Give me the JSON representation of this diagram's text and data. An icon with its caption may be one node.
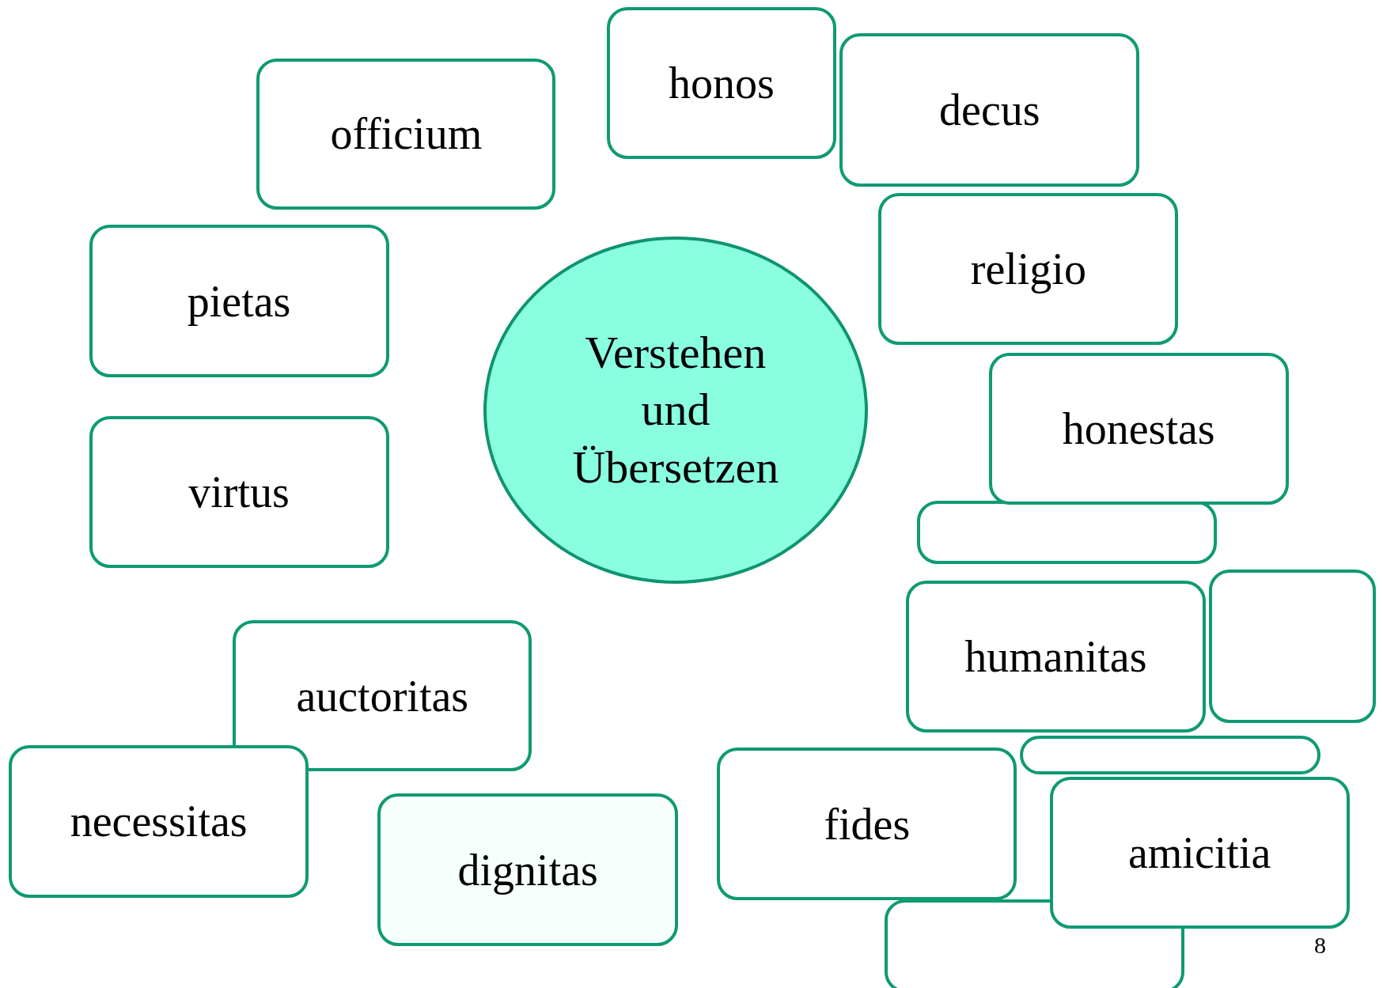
{
  "diagram": {
    "nodes": [
      {
        "text": [
          "honos"
        ]
      },
      {
        "text": [
          "decus"
        ]
      },
      {
        "text": [
          "officium"
        ]
      },
      {
        "text": [
          "religio"
        ]
      },
      {
        "text": [
          "pietas"
        ]
      },
      {
        "text": [
          "Verstehen und Übersetzen"
        ]
      },
      {
        "text": [],
        "shape": "box"
      },
      {
        "text": [
          "honestas"
        ]
      },
      {
        "text": [
          "virtus"
        ]
      },
      {
        "text": [],
        "shape": "box"
      },
      {
        "text": [
          "humanitas"
        ]
      },
      {
        "text": [
          "auctoritas"
        ]
      },
      {
        "text": [],
        "shape": "box"
      },
      {
        "text": [
          "necessitas"
        ]
      },
      {
        "text": [
          "fides"
        ]
      },
      {
        "text": [
          "dignitas"
        ]
      },
      {
        "text": [
          "amicitia"
        ]
      },
      {
        "text": [],
        "shape": "box"
      }
    ],
    "edges": [],
    "labels": [
      "8"
    ]
  }
}
